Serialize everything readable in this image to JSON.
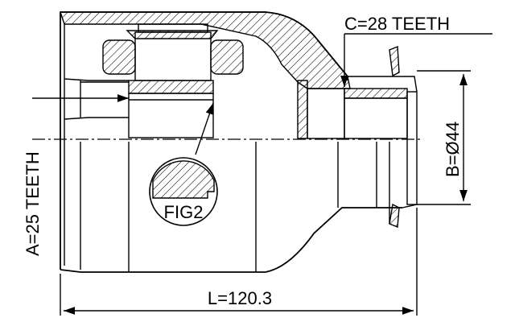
{
  "labels": {
    "c_teeth": "C=28 TEETH",
    "a_teeth": "A=25 TEETH",
    "b_diameter": "B=Ø44",
    "length": "L=120.3",
    "fig": "FIG2"
  },
  "colors": {
    "line": "#000000",
    "background": "#ffffff"
  }
}
